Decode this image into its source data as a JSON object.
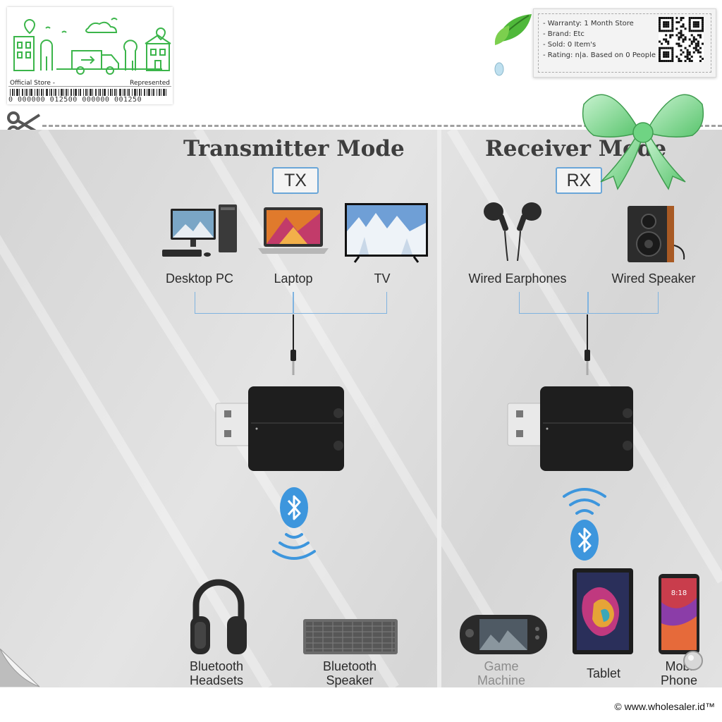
{
  "store": {
    "official_label": "Official Store -",
    "represented_label": "Represented",
    "barcode_digits": "0 000000 012500 000000 001250"
  },
  "info": {
    "lines": [
      "- Warranty: 1 Month Store",
      "- Brand: Etc",
      "- Sold: 0 Item's",
      "- Rating: n|a. Based on 0 People"
    ]
  },
  "tx": {
    "title": "Transmitter Mode",
    "tag": "TX",
    "sources": [
      "Desktop PC",
      "Laptop",
      "TV"
    ],
    "targets": [
      {
        "line1": "Bluetooth",
        "line2": "Headsets"
      },
      {
        "line1": "Bluetooth",
        "line2": "Speaker"
      }
    ]
  },
  "rx": {
    "title": "Receiver Mode",
    "tag": "RX",
    "outputs": [
      "Wired Earphones",
      "Wired Speaker"
    ],
    "sources": [
      {
        "line1": "Game",
        "line2": "Machine"
      },
      {
        "line1": "Tablet",
        "line2": ""
      },
      {
        "line1": "Mobi",
        "line2": "Phone"
      }
    ]
  },
  "footer": "© www.wholesaler.id™",
  "colors": {
    "bluetooth": "#3d96dd",
    "accent_green": "#3bb54a",
    "bracket_blue": "#7fb3e0"
  }
}
